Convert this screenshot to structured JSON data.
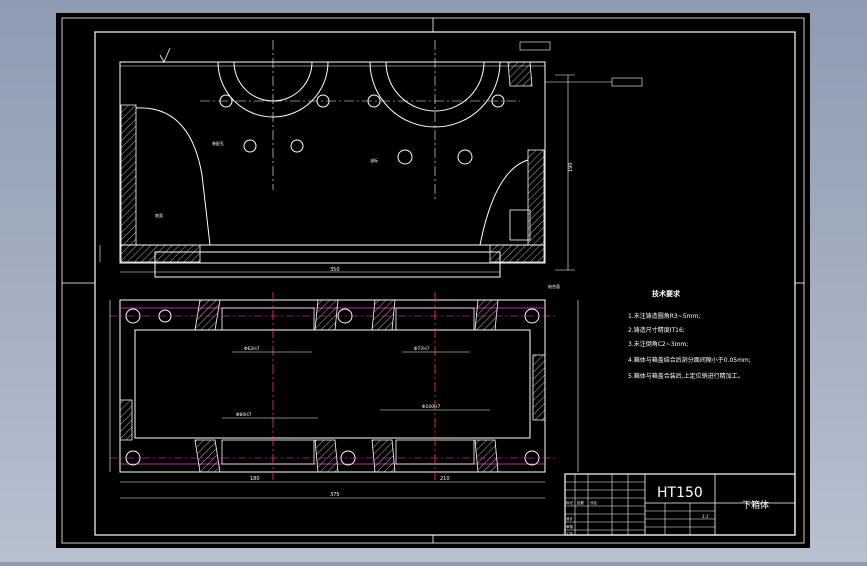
{
  "colors": {
    "background_top": "#8e9bb1",
    "background_bottom": "#b7c0cf",
    "sheet": "#000000",
    "line": "#ffffff",
    "centerline": "#ff3b3b",
    "hidden": "#ff3bd8"
  },
  "title_block": {
    "material": "HT150",
    "part_name": "下箱体",
    "scale": "1:1",
    "rev_a": "标记",
    "rev_b": "处数",
    "rev_c": "分区",
    "row_a": "设计",
    "row_b": "审核",
    "row_c": "工艺"
  },
  "tech_requirements": {
    "title": "技术要求",
    "items": [
      "1.未注铸造圆角R3~5mm;",
      "2.铸造尺寸精度IT16;",
      "3.未注倒角C2~3mm;",
      "4.箱体与箱盖结合后剖分面间隙小于0.05mm;",
      "5.箱体与箱盖合装后,上定位销进行精加工。"
    ]
  },
  "labels": {
    "note_1": "装配孔",
    "note_2": "油标",
    "note_3": "底面",
    "note_4": "结合面",
    "fit_1": "Φ62H7",
    "fit_2": "Φ72H7",
    "fit_3": "Φ80H7",
    "fit_4": "Φ100H7",
    "dim_total": "375",
    "dim_height": "190",
    "dim_length": "350",
    "dim_inner": "180",
    "dim_inner2": "210"
  }
}
